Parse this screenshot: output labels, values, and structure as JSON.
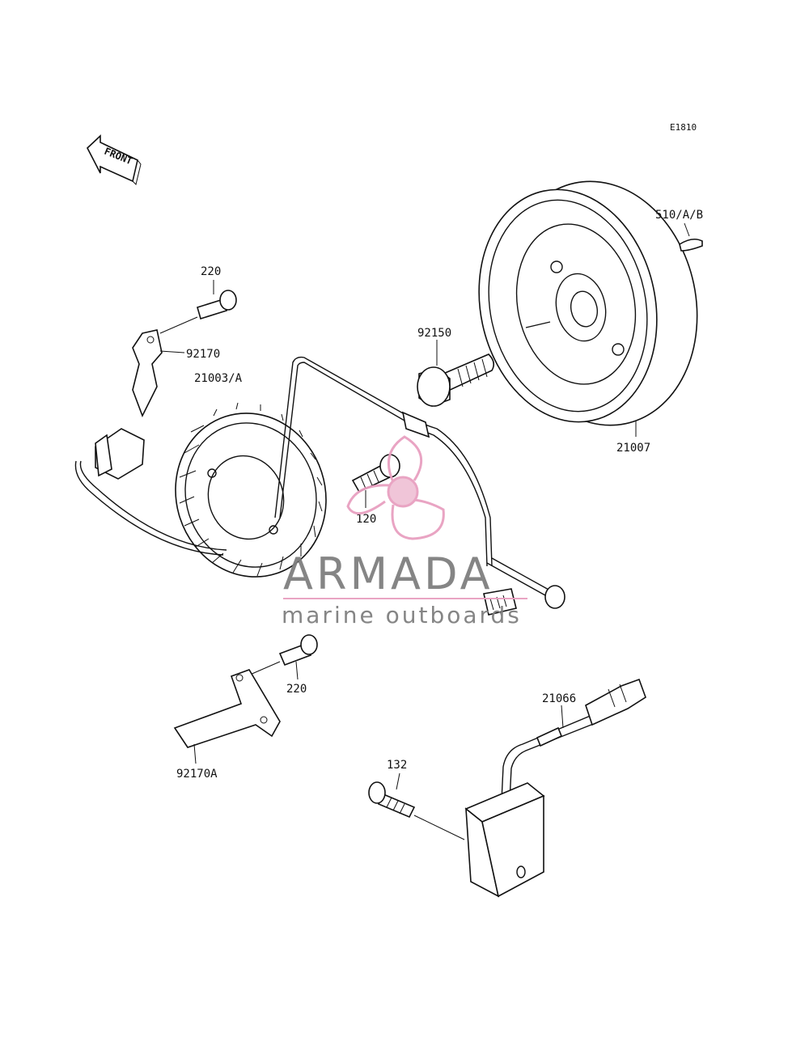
{
  "diagram": {
    "code": "E1810",
    "front_label": "FRONT",
    "callouts": {
      "key": "510/A/B",
      "bolt_top": "220",
      "bracket_top": "92170",
      "stator": "21003/A",
      "flywheel_bolt": "92150",
      "flywheel": "21007",
      "bolt_mid": "120",
      "bolt_bottom": "220",
      "bracket_bottom": "92170A",
      "lead": "21066",
      "regulator_bolt": "132"
    }
  },
  "watermark": {
    "brand": "ARMADA",
    "tagline": "marine outboards",
    "colors": {
      "text": "#7f7f7f",
      "accent": "#e8a0c0"
    }
  }
}
